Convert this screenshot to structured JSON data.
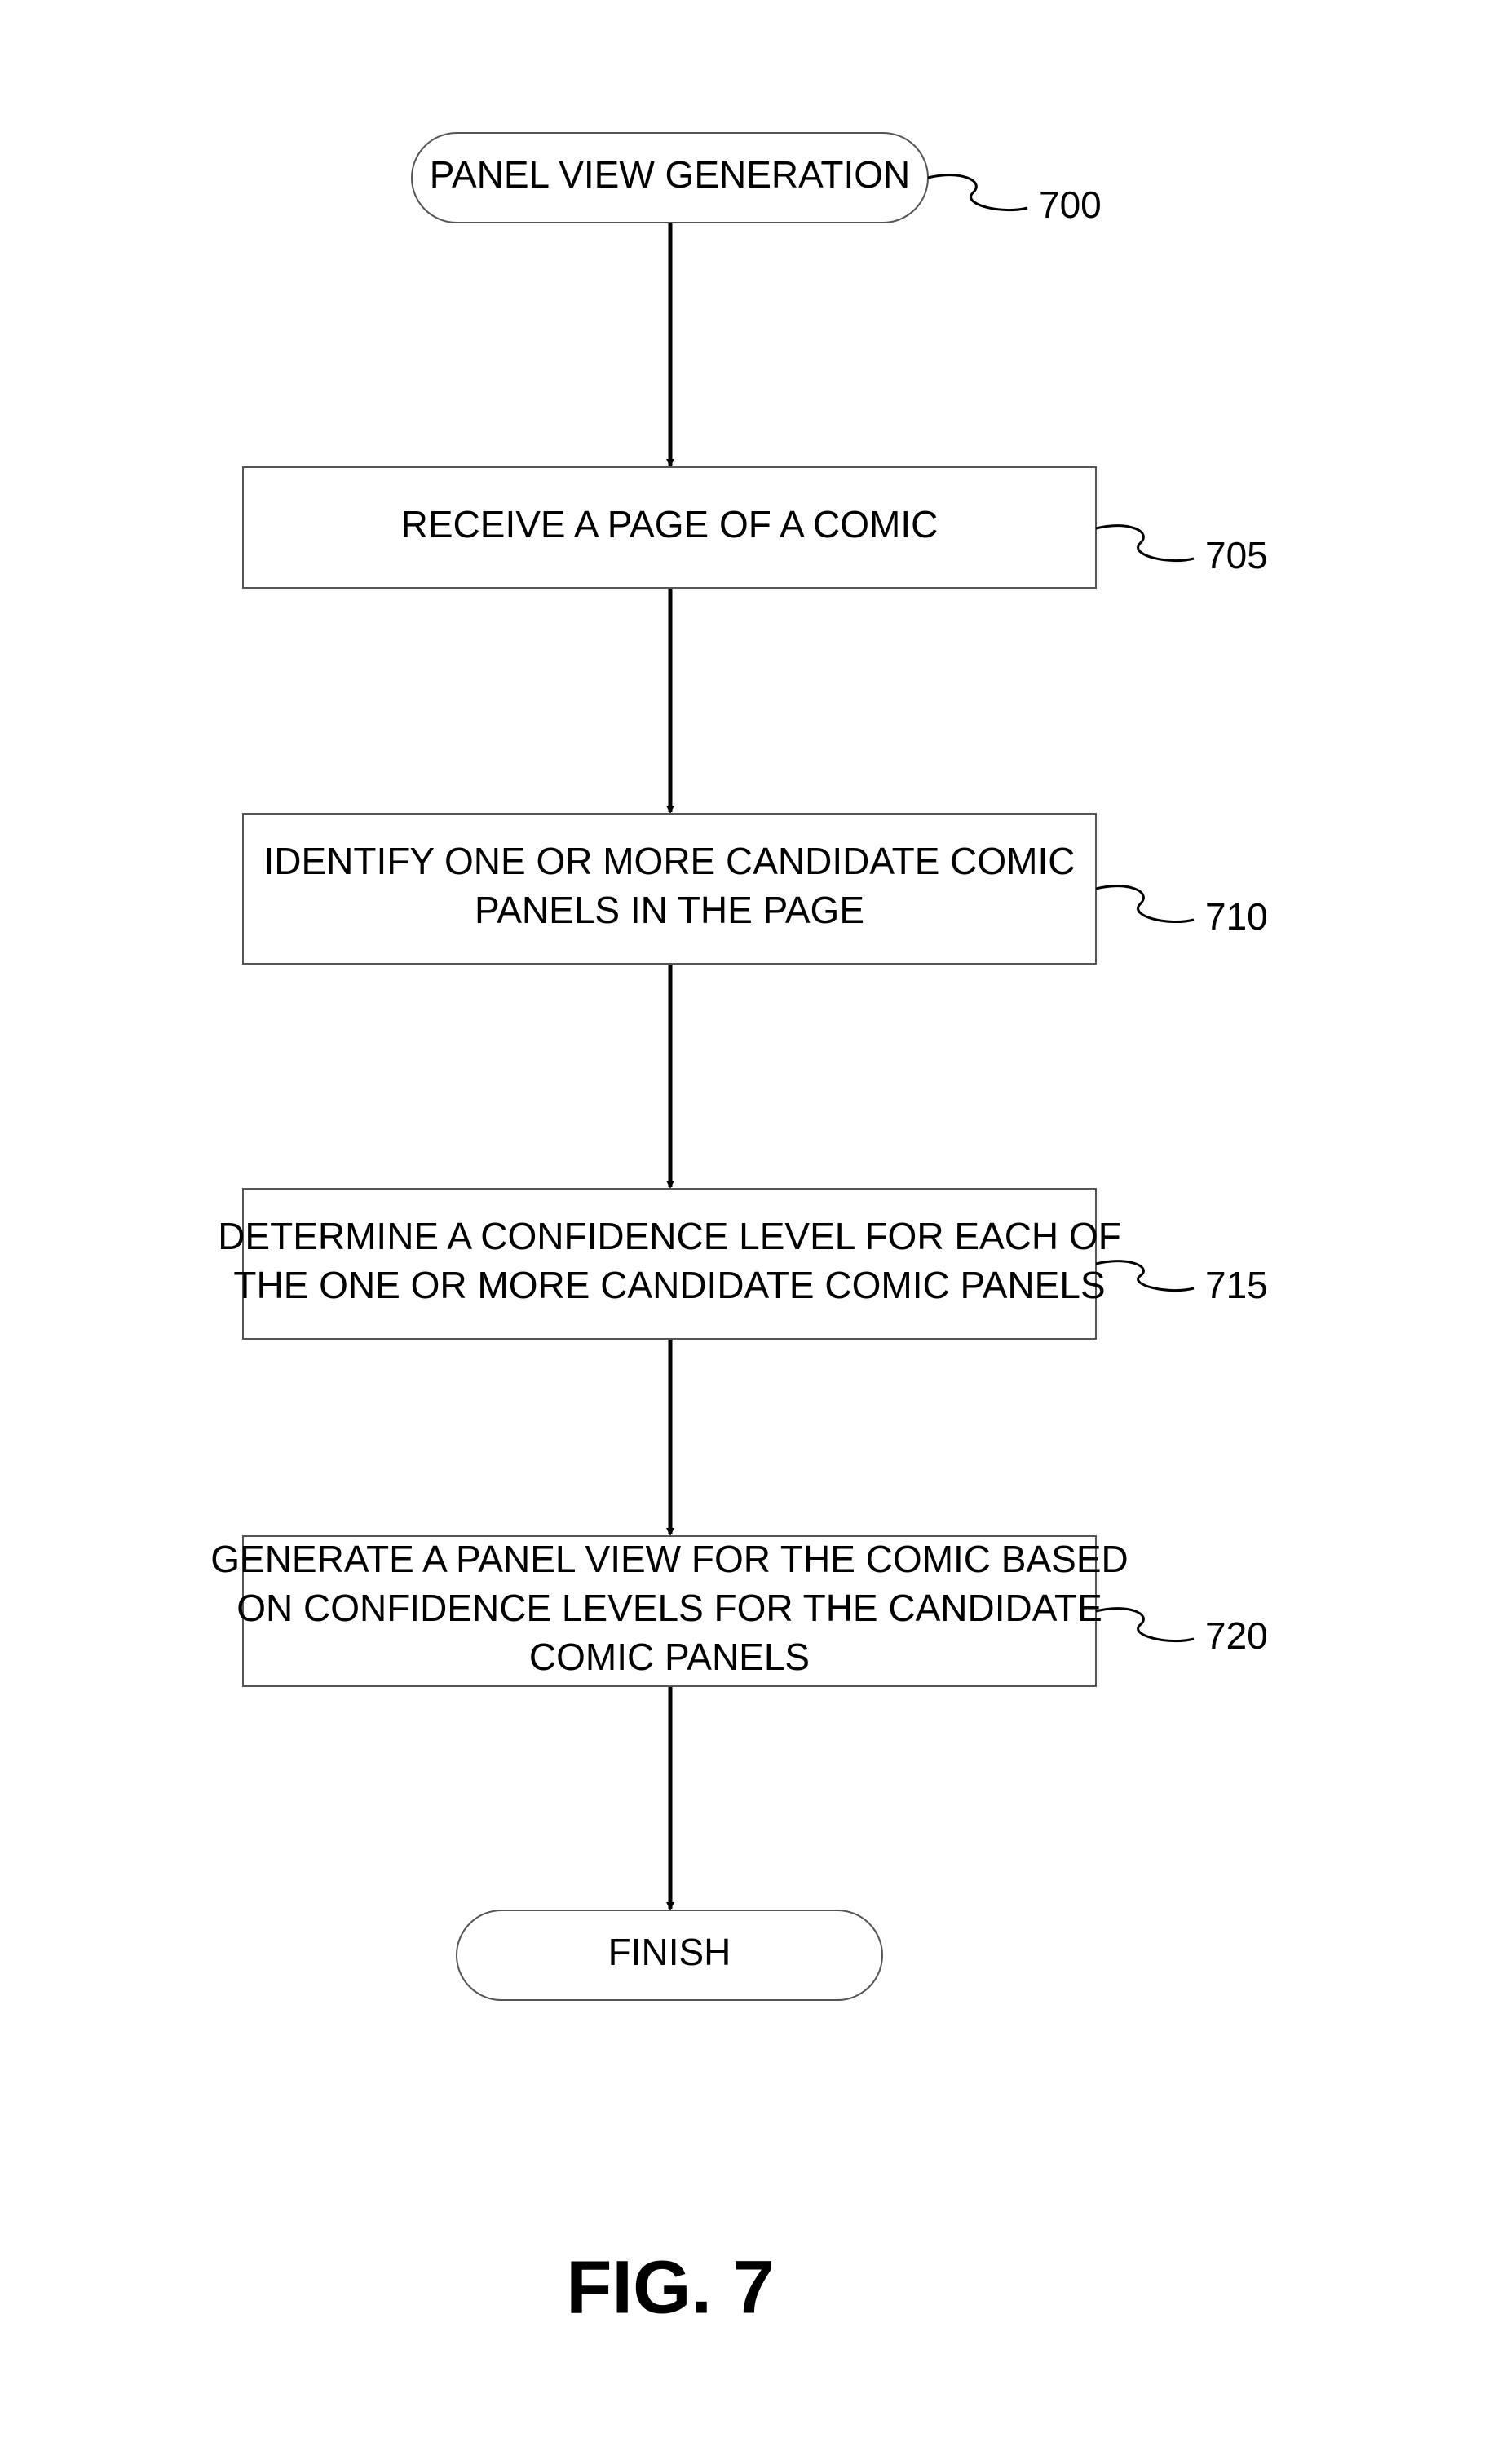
{
  "colors": {
    "background": "#ffffff",
    "ink": "#000000",
    "box_border": "#555555"
  },
  "nodes": [
    {
      "id": "start",
      "shape": "terminal",
      "lines": [
        "PANEL VIEW GENERATION"
      ],
      "ref": "700"
    },
    {
      "id": "step-705",
      "shape": "process",
      "lines": [
        "RECEIVE A PAGE OF A COMIC"
      ],
      "ref": "705"
    },
    {
      "id": "step-710",
      "shape": "process",
      "lines": [
        "IDENTIFY ONE OR MORE CANDIDATE COMIC",
        "PANELS IN THE PAGE"
      ],
      "ref": "710"
    },
    {
      "id": "step-715",
      "shape": "process",
      "lines": [
        "DETERMINE A CONFIDENCE LEVEL FOR EACH OF",
        "THE ONE OR MORE CANDIDATE COMIC PANELS"
      ],
      "ref": "715"
    },
    {
      "id": "step-720",
      "shape": "process",
      "lines": [
        "GENERATE A PANEL VIEW FOR THE COMIC BASED",
        "ON CONFIDENCE LEVELS FOR THE CANDIDATE",
        "COMIC PANELS"
      ],
      "ref": "720"
    },
    {
      "id": "finish",
      "shape": "terminal",
      "lines": [
        "FINISH"
      ],
      "ref": ""
    }
  ],
  "edges": [
    {
      "from": "start",
      "to": "step-705"
    },
    {
      "from": "step-705",
      "to": "step-710"
    },
    {
      "from": "step-710",
      "to": "step-715"
    },
    {
      "from": "step-715",
      "to": "step-720"
    },
    {
      "from": "step-720",
      "to": "finish"
    }
  ],
  "figure_label": "FIG. 7"
}
